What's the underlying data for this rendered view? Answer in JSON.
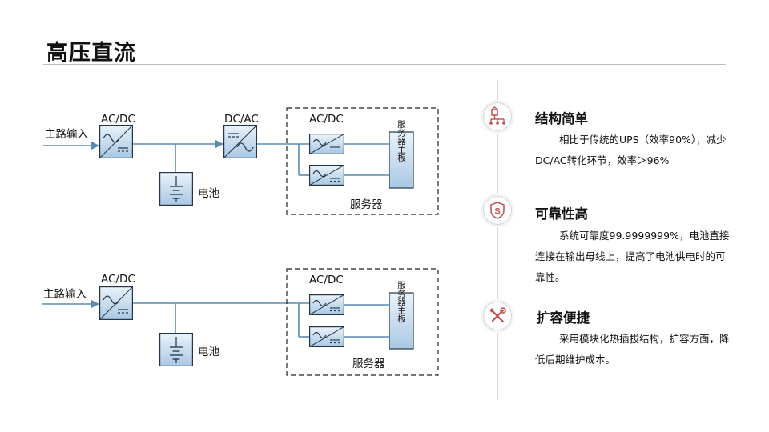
{
  "page": {
    "title": "高压直流"
  },
  "diagram_top": {
    "input_label": "主路输入",
    "acdc_label": "AC/DC",
    "dcac_label": "DC/AC",
    "server_acdc_label": "AC/DC",
    "battery_label": "电池",
    "server_label": "服务器",
    "board_label": "服务器主板"
  },
  "diagram_bottom": {
    "input_label": "主路输入",
    "acdc_label": "AC/DC",
    "server_acdc_label": "AC/DC",
    "battery_label": "电池",
    "server_label": "服务器",
    "board_label": "服务器主板"
  },
  "features": [
    {
      "icon": "structure-icon",
      "title": "结构简单",
      "text": "相比于传统的UPS（效率90%），减少DC/AC转化环节，效率＞96%"
    },
    {
      "icon": "shield-icon",
      "title": "可靠性高",
      "text": "系统可靠度99.9999999%，电池直接连接在输出母线上，提高了电池供电时的可靠性。"
    },
    {
      "icon": "tools-icon",
      "title": "扩容便捷",
      "text": "采用模块化热插拔结构，扩容方面，降低后期维护成本。"
    }
  ],
  "colors": {
    "accent": "#c0504d",
    "line": "#5b8bb0",
    "box_border": "#23364a",
    "box_top": "#eaf3fb",
    "box_bottom": "#a9c8e3"
  }
}
